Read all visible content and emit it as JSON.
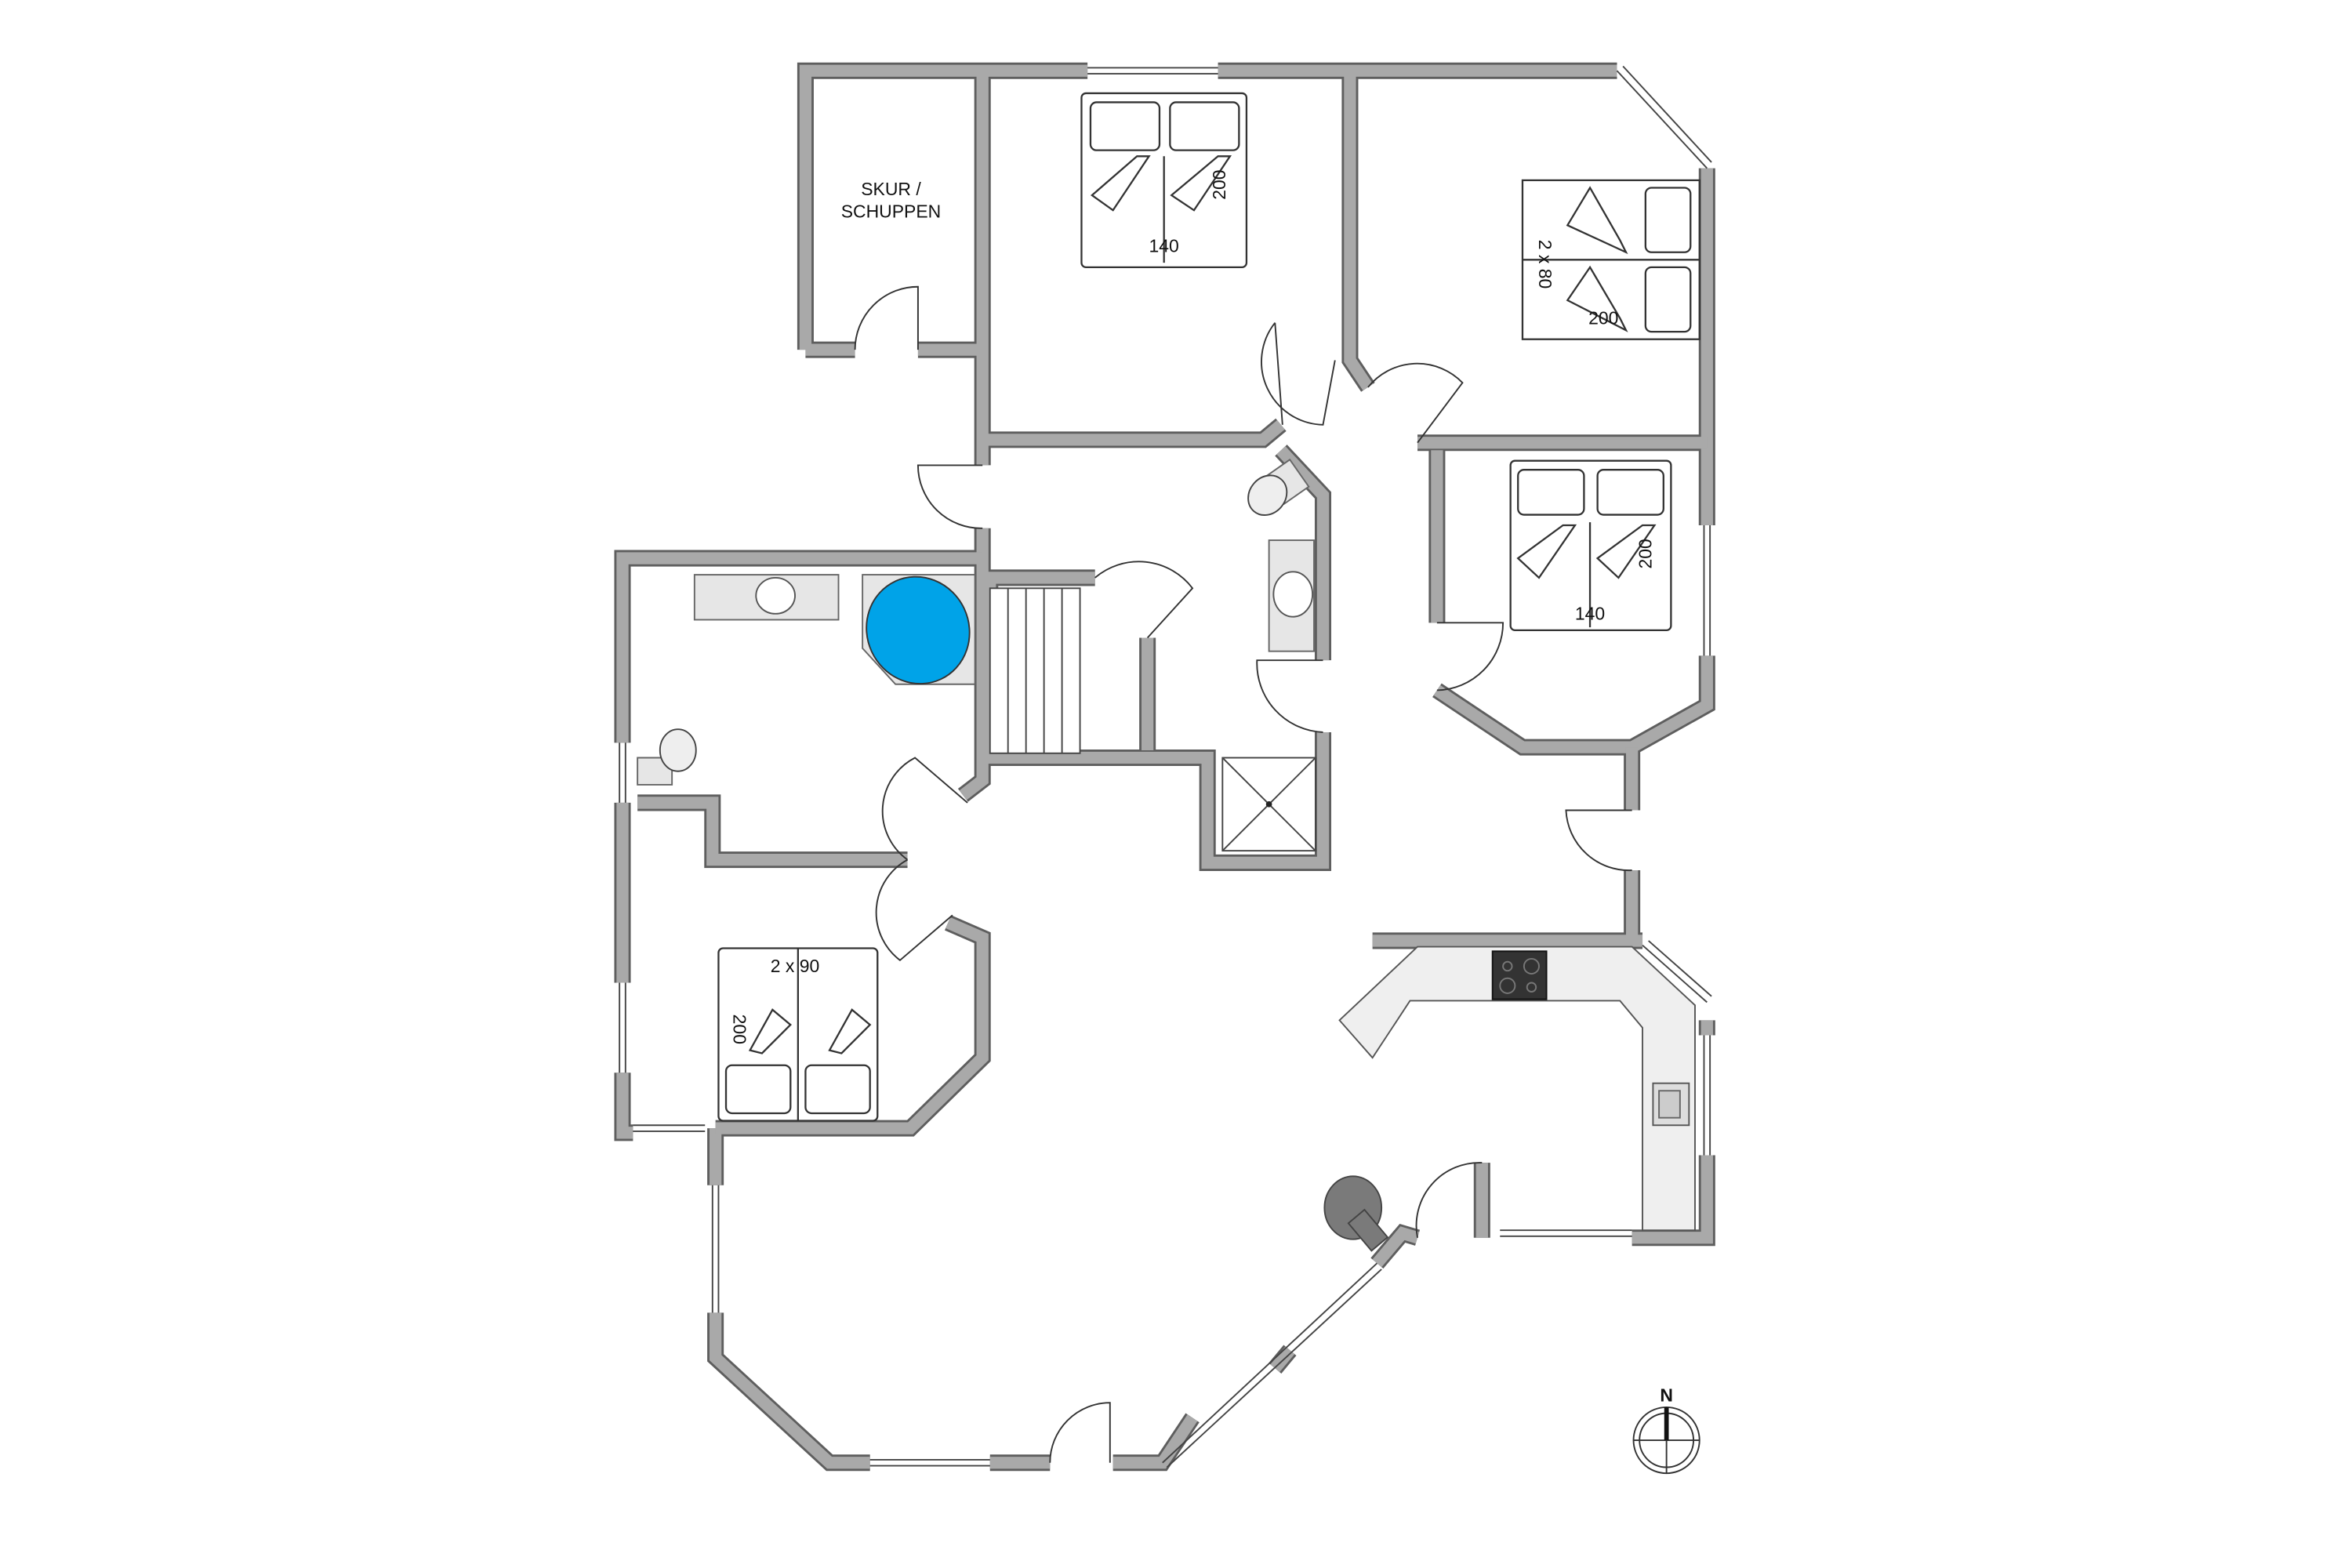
{
  "plan": {
    "shed_label_line1": "SKUR /",
    "shed_label_line2": "SCHUPPEN",
    "bedroom_1": {
      "bed_width": "140",
      "bed_length": "200"
    },
    "bedroom_2": {
      "bed_width": "2 x 80",
      "bed_length": "200"
    },
    "bedroom_3": {
      "bed_width": "140",
      "bed_length": "200"
    },
    "bedroom_4": {
      "bed_width": "2 x 90",
      "bed_length": "200"
    },
    "compass_label": "N"
  },
  "colors": {
    "wall": "#a9a9a9",
    "wall_outline": "#5e5e5e",
    "bathtub": "#00a3e8",
    "counter": "#efefef",
    "stove": "#333333"
  }
}
